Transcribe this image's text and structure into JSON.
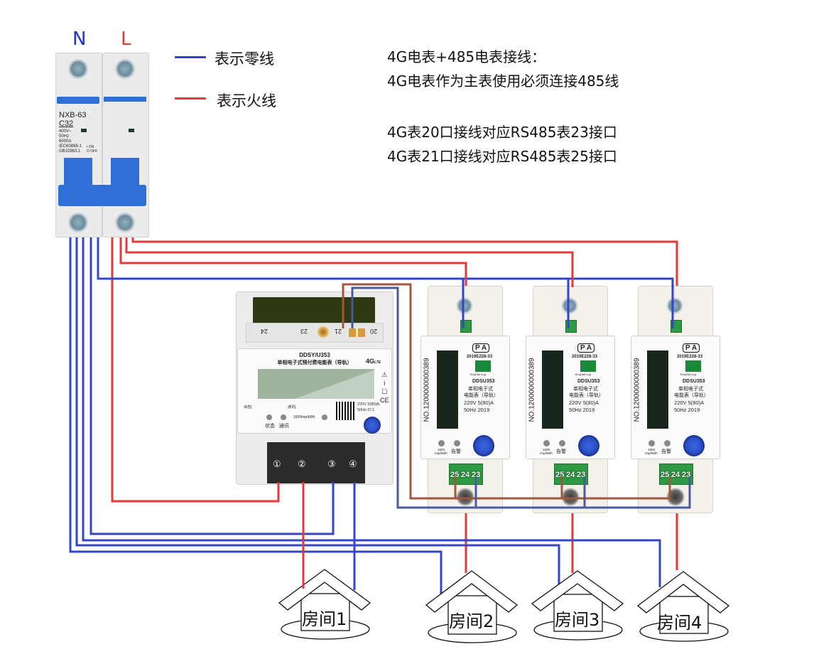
{
  "breaker": {
    "neutral_label": "N",
    "live_label": "L",
    "model": "NXB-63",
    "rating": "C32",
    "spec_lines": [
      "400V~",
      "50Hz",
      "6000A"
    ],
    "standards": [
      "IEC60898-1",
      "GB10963.1"
    ],
    "on_label": "I ON",
    "off_label": "O OFF"
  },
  "legend": {
    "neutral": {
      "label": "表示零线",
      "color": "#3344cc"
    },
    "live": {
      "label": "表示火线",
      "color": "#e03a3a"
    }
  },
  "notes": {
    "title": "4G电表+485电表接线：",
    "line1": "4G电表作为主表使用必须连接485线",
    "line2": "4G表20口接线对应RS485表23接口",
    "line3": "4G表21口接线对应RS485表25接口"
  },
  "main_meter": {
    "model": "DDSY/U353",
    "name": "单相电子式预付费电能表（导轨）",
    "badge": "4G",
    "badge_sub": "LTE",
    "rating_line1": "220V  5(80)A",
    "rating_line2": "50Hz  Cl 1",
    "imp": "1600imp/kWh",
    "status_label": "状态",
    "comm_label": "通讯",
    "top_ports": [
      "24",
      "23",
      "21",
      "20"
    ],
    "terminals": [
      "①",
      "②",
      "③",
      "④"
    ]
  },
  "sub_meters": [
    {
      "serial": "NO.1200000000389",
      "cert": "2019E228-33",
      "brand": "YongTaiLong",
      "model": "DDSU353",
      "name1": "单相电子式",
      "name2": "电能表（导轨）",
      "rating1": "220V  5(80)A",
      "rating2": "50Hz  2019",
      "imp": "1600 imp/kWh",
      "alarm": "告警",
      "ports": [
        "25",
        "24",
        "23"
      ]
    },
    {
      "serial": "NO.1200000000389",
      "cert": "2019E228-33",
      "brand": "YongTaiLong",
      "model": "DDSU353",
      "name1": "单相电子式",
      "name2": "电能表（导轨）",
      "rating1": "220V  5(80)A",
      "rating2": "50Hz  2019",
      "imp": "1600 imp/kWh",
      "alarm": "告警",
      "ports": [
        "25",
        "24",
        "23"
      ]
    },
    {
      "serial": "NO.1200000000389",
      "cert": "2019E228-33",
      "brand": "YongTaiLong",
      "model": "DDSU353",
      "name1": "单相电子式",
      "name2": "电能表（导轨）",
      "rating1": "220V  5(80)A",
      "rating2": "50Hz  2019",
      "imp": "1600 imp/kWh",
      "alarm": "告警",
      "ports": [
        "25",
        "24",
        "23"
      ]
    }
  ],
  "houses": [
    {
      "label": "房间1"
    },
    {
      "label": "房间2"
    },
    {
      "label": "房间3"
    },
    {
      "label": "房间4"
    }
  ],
  "wire_colors": {
    "neutral": "#3344cc",
    "live": "#e03a3a",
    "rs485_a": "#a0583d",
    "rs485_b": "#4a5a9c"
  }
}
